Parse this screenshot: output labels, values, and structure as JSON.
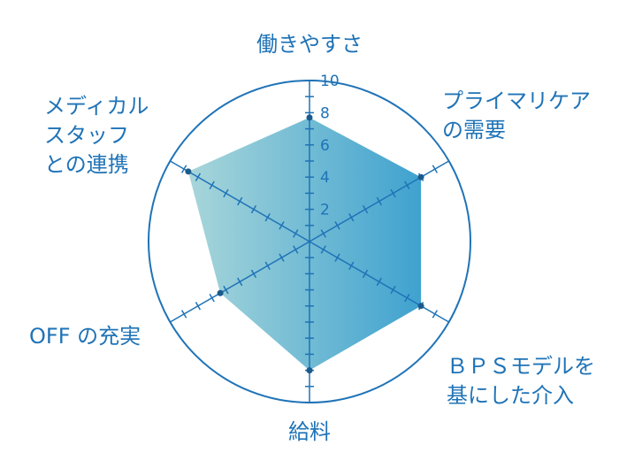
{
  "chart_data": {
    "type": "radar",
    "axes": [
      [
        "働きやすさ"
      ],
      [
        "プライマリケア",
        "の需要"
      ],
      [
        "ＢＰＳモデルを",
        "基にした介入"
      ],
      [
        "給料"
      ],
      [
        "OFF の充実"
      ],
      [
        "メディカル",
        "スタッフ",
        "との連携"
      ]
    ],
    "values": [
      7.7,
      8.0,
      8.0,
      8.0,
      6.4,
      8.7
    ],
    "rlim": [
      0,
      10
    ],
    "ticks": [
      2,
      4,
      6,
      8,
      10
    ],
    "grid": false,
    "colors": {
      "line": "#1f73b7",
      "fill_start": "#a8d6da",
      "fill_end": "#3fa2cf"
    }
  }
}
